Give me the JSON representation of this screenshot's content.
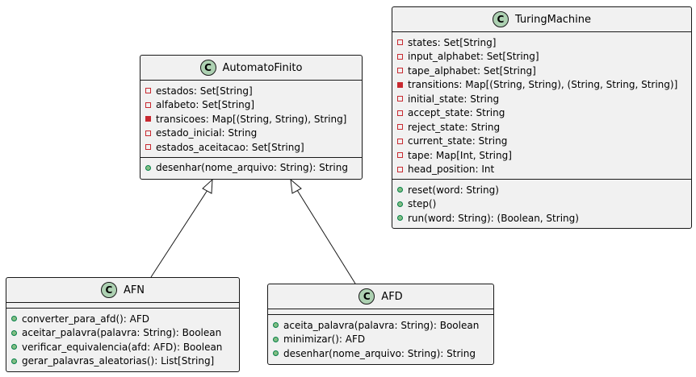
{
  "diagram": {
    "classes": {
      "automato_finito": {
        "stereotype": "C",
        "name": "AutomatoFinito",
        "attributes": [
          {
            "text": "estados: Set[String]",
            "visibility": "private"
          },
          {
            "text": "alfabeto: Set[String]",
            "visibility": "private"
          },
          {
            "text": "transicoes: Map[(String, String), String]",
            "visibility": "private-filled"
          },
          {
            "text": "estado_inicial: String",
            "visibility": "private"
          },
          {
            "text": "estados_aceitacao: Set[String]",
            "visibility": "private"
          }
        ],
        "methods": [
          {
            "text": "desenhar(nome_arquivo: String): String",
            "visibility": "public"
          }
        ]
      },
      "turing_machine": {
        "stereotype": "C",
        "name": "TuringMachine",
        "attributes": [
          {
            "text": "states: Set[String]",
            "visibility": "private"
          },
          {
            "text": "input_alphabet: Set[String]",
            "visibility": "private"
          },
          {
            "text": "tape_alphabet: Set[String]",
            "visibility": "private"
          },
          {
            "text": "transitions: Map[(String, String), (String, String, String)]",
            "visibility": "private-filled"
          },
          {
            "text": "initial_state: String",
            "visibility": "private"
          },
          {
            "text": "accept_state: String",
            "visibility": "private"
          },
          {
            "text": "reject_state: String",
            "visibility": "private"
          },
          {
            "text": "current_state: String",
            "visibility": "private"
          },
          {
            "text": "tape: Map[Int, String]",
            "visibility": "private"
          },
          {
            "text": "head_position: Int",
            "visibility": "private"
          }
        ],
        "methods": [
          {
            "text": "reset(word: String)",
            "visibility": "public"
          },
          {
            "text": "step()",
            "visibility": "public"
          },
          {
            "text": "run(word: String): (Boolean, String)",
            "visibility": "public"
          }
        ]
      },
      "afn": {
        "stereotype": "C",
        "name": "AFN",
        "attributes": [],
        "methods": [
          {
            "text": "converter_para_afd(): AFD",
            "visibility": "public"
          },
          {
            "text": "aceitar_palavra(palavra: String): Boolean",
            "visibility": "public"
          },
          {
            "text": "verificar_equivalencia(afd: AFD): Boolean",
            "visibility": "public"
          },
          {
            "text": "gerar_palavras_aleatorias(): List[String]",
            "visibility": "public"
          }
        ]
      },
      "afd": {
        "stereotype": "C",
        "name": "AFD",
        "attributes": [],
        "methods": [
          {
            "text": "aceita_palavra(palavra: String): Boolean",
            "visibility": "public"
          },
          {
            "text": "minimizar(): AFD",
            "visibility": "public"
          },
          {
            "text": "desenhar(nome_arquivo: String): String",
            "visibility": "public"
          }
        ]
      }
    },
    "relations": [
      {
        "type": "inheritance",
        "from": "AFN",
        "to": "AutomatoFinito"
      },
      {
        "type": "inheritance",
        "from": "AFD",
        "to": "AutomatoFinito"
      }
    ],
    "colors": {
      "box_fill": "#f1f1f1",
      "border": "#181818",
      "class_badge": "#ADD1B2",
      "private_marker": "#C82930",
      "public_marker": "#84BE84"
    }
  }
}
